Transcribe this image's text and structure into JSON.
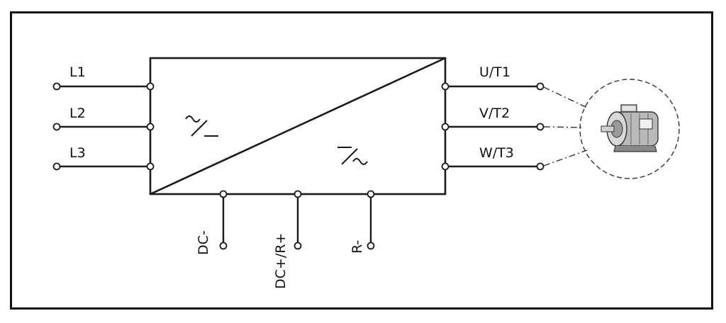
{
  "diagram": {
    "input_terminals": [
      "L1",
      "L2",
      "L3"
    ],
    "output_terminals": [
      "U/T1",
      "V/T2",
      "W/T3"
    ],
    "dc_terminals": [
      "DC-",
      "DC+/R+",
      "R-"
    ]
  },
  "colors": {
    "line": "#1a1a1a",
    "frame": "#111111",
    "motor_body": "#b9b9b9"
  },
  "icons": {
    "converter": "ac-dc-symbol",
    "inverter": "dc-ac-symbol",
    "load": "motor-icon"
  }
}
